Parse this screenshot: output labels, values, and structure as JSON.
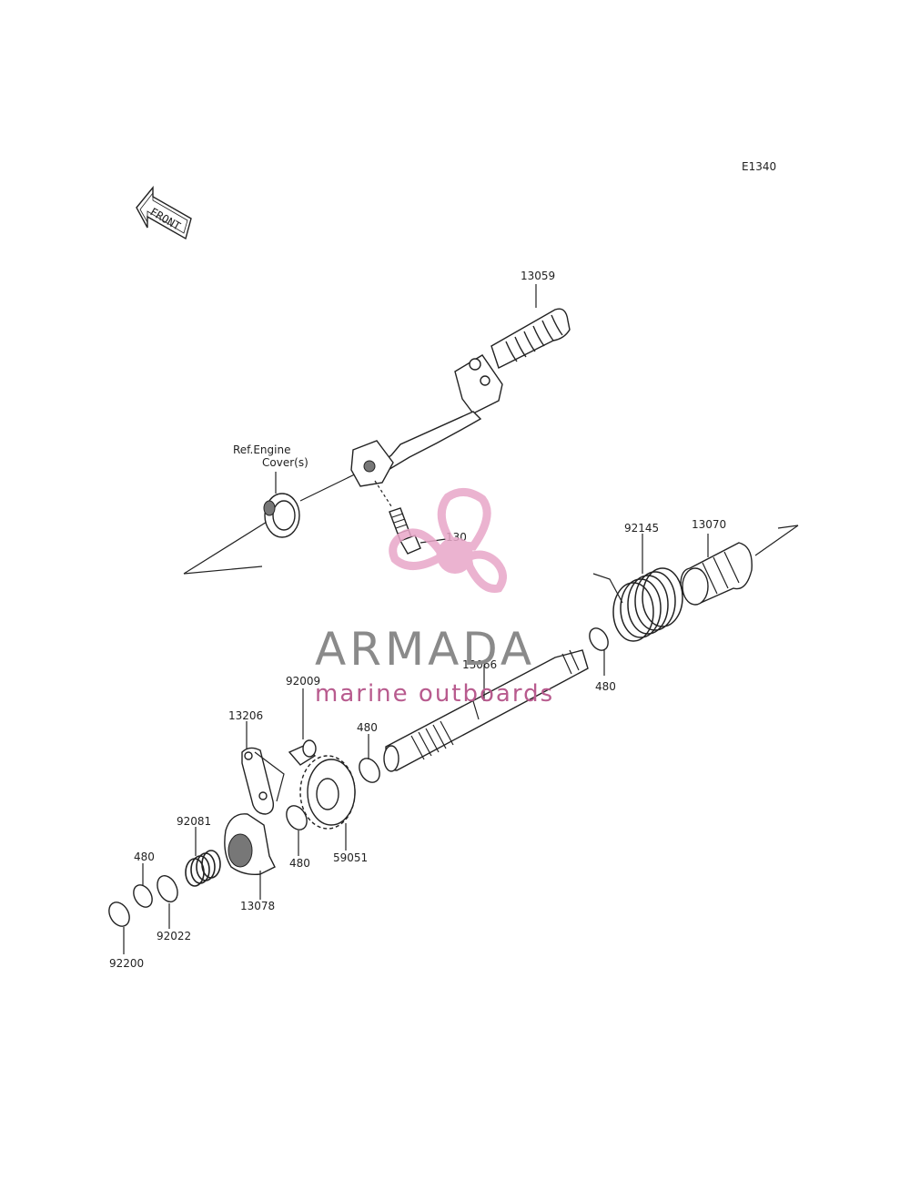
{
  "diagram": {
    "code": "E1340",
    "front_label": "FRONT",
    "ref_label_line1": "Ref.Engine",
    "ref_label_line2": "Cover(s)",
    "part_labels": {
      "p13059": "13059",
      "p130": "130",
      "p13070": "13070",
      "p92145": "92145",
      "p13066": "13066",
      "p480_a": "480",
      "p92009": "92009",
      "p13206": "13206",
      "p480_b": "480",
      "p92081": "92081",
      "p480_c": "480",
      "p59051": "59051",
      "p480_d": "480",
      "p13078": "13078",
      "p92022": "92022",
      "p92200": "92200"
    }
  },
  "watermark": {
    "brand": "ARMADA",
    "tagline": "marine outboards",
    "logo_color": "#e8a6c8",
    "text_color": "#8a8a8a",
    "tagline_color": "#b85b8e"
  }
}
